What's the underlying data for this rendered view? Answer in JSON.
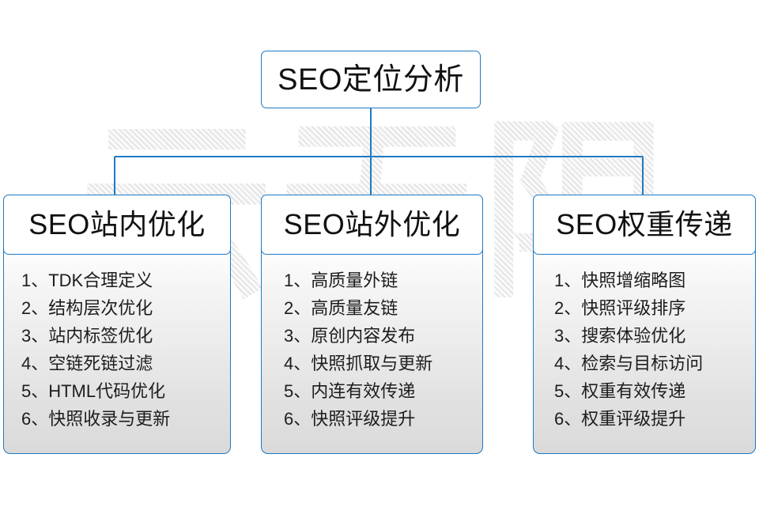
{
  "diagram": {
    "title": "SEO定位分析",
    "watermark_text": "云无限",
    "accent_color": "#1f7ac4",
    "background_color": "#ffffff",
    "text_color": "#111111"
  },
  "root": {
    "label": "SEO定位分析"
  },
  "columns": [
    {
      "header": "SEO站内优化",
      "items": [
        "1、TDK合理定义",
        "2、结构层次优化",
        "3、站内标签优化",
        "4、空链死链过滤",
        "5、HTML代码优化",
        "6、快照收录与更新"
      ]
    },
    {
      "header": "SEO站外优化",
      "items": [
        "1、高质量外链",
        "2、高质量友链",
        "3、原创内容发布",
        "4、快照抓取与更新",
        "5、内连有效传递",
        "6、快照评级提升"
      ]
    },
    {
      "header": "SEO权重传递",
      "items": [
        "1、快照增缩略图",
        "2、快照评级排序",
        "3、搜索体验优化",
        "4、检索与目标访问",
        "5、权重有效传递",
        "6、权重评级提升"
      ]
    }
  ]
}
